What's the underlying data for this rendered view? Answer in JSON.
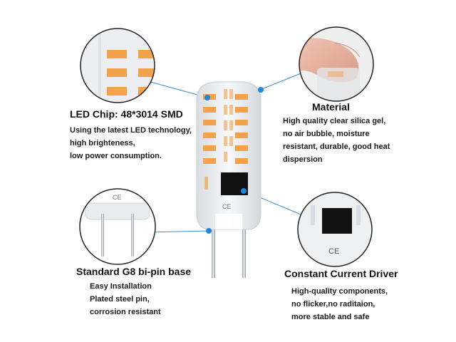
{
  "features": {
    "chip": {
      "title": "LED Chip: 48*3014 SMD",
      "lines": [
        "Using the latest LED technology,",
        "high brighteness,",
        "low power consumption."
      ]
    },
    "material": {
      "title": "Material",
      "lines": [
        "High quality clear silica gel,",
        "no air bubble, moisture",
        "resistant, durable, good heat",
        "dispersion"
      ]
    },
    "base": {
      "title": "Standard G8 bi-pin base",
      "lines": [
        "Easy Installation",
        "Plated steel pin,",
        "corrosion resistant"
      ]
    },
    "driver": {
      "title": "Constant Current Driver",
      "lines": [
        "High-quality components,",
        "no flicker,no raditaion,",
        "more stable and safe"
      ]
    }
  },
  "marks": {
    "ce_bulb": "CE",
    "ce_base": "CE",
    "ce_driver": "CE"
  },
  "colors": {
    "callout_line": "#3a8fd6",
    "dot": "#1f86d9",
    "led_chip": "#f2a24b",
    "circle_border": "#222222"
  }
}
